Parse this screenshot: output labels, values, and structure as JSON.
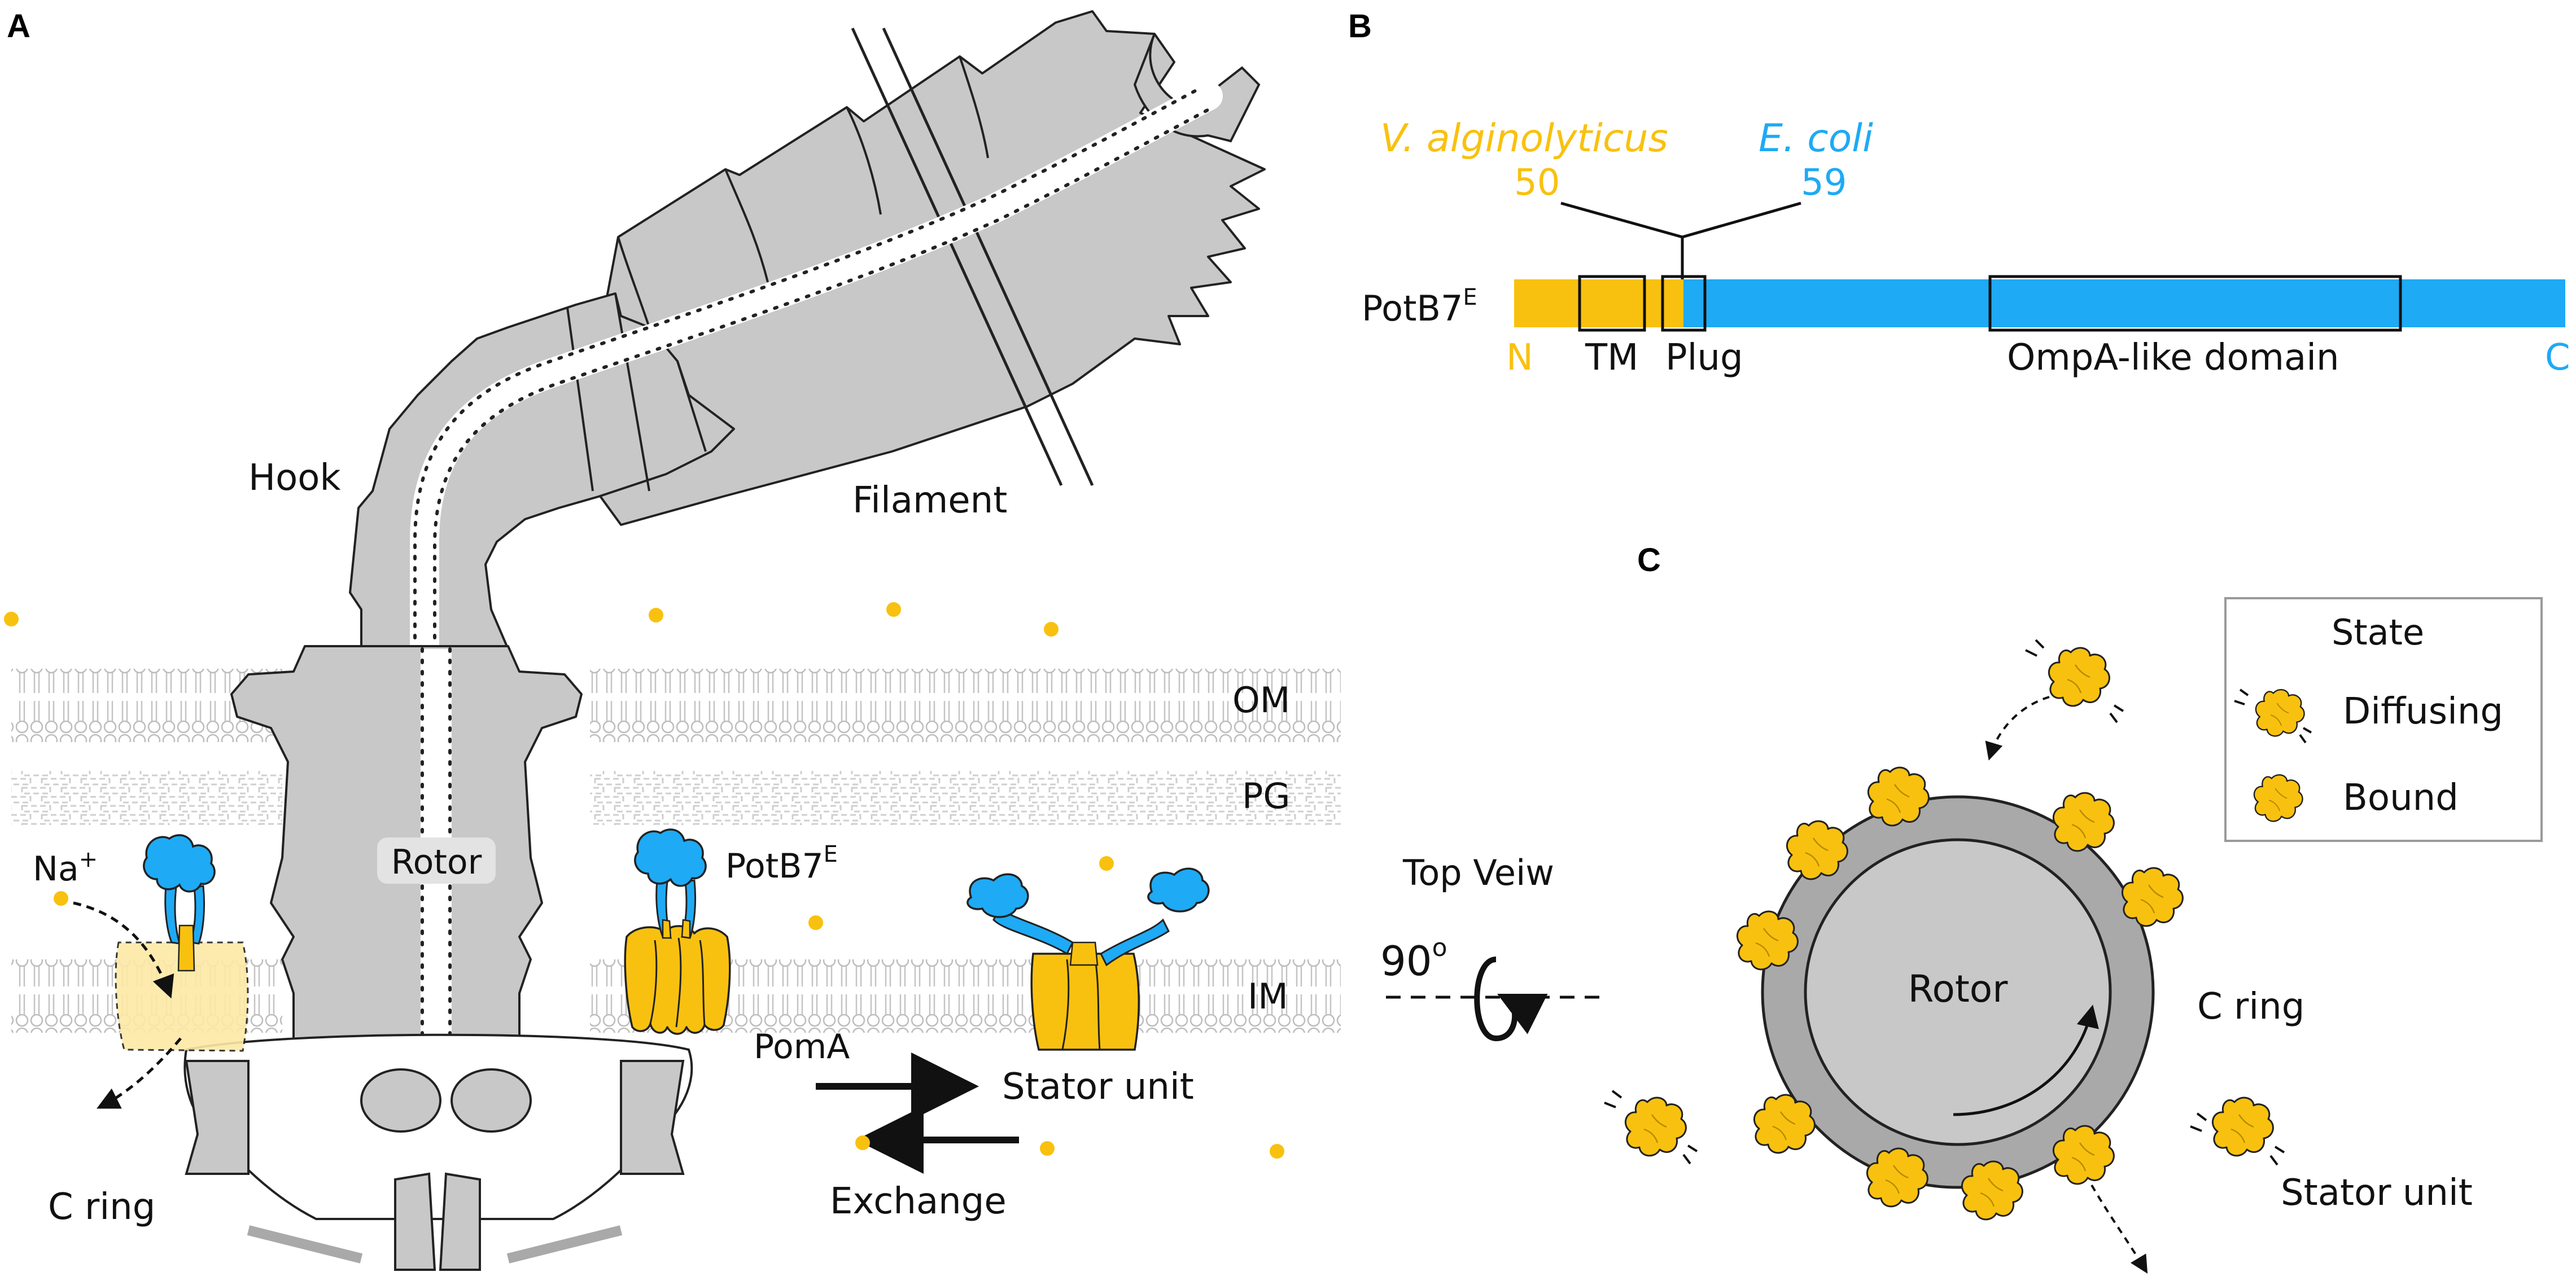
{
  "colors": {
    "vibrio": "#f9c10f",
    "ecoli": "#1eaaf5",
    "structure": "#c8c8c8",
    "structure_dark": "#a9a9a9",
    "outline": "#222222",
    "membrane": "#c9c9c9"
  },
  "panel_a": {
    "panel_label": "A",
    "hook": "Hook",
    "filament": "Filament",
    "outer_membrane": "OM",
    "peptidoglycan": "PG",
    "inner_membrane": "IM",
    "rotor": "Rotor",
    "sodium": "Na",
    "sodium_charge": "+",
    "potb_name": "PotB7",
    "potb_superscript": "E",
    "poma": "PomA",
    "stator_unit": "Stator unit",
    "exchange": "Exchange",
    "c_ring": "C ring"
  },
  "panel_b": {
    "panel_label": "B",
    "vibrio_species": "V. alginolyticus",
    "ecoli_species": "E. coli",
    "vibrio_residue": "50",
    "ecoli_residue": "59",
    "protein_name": "PotB7",
    "protein_superscript": "E",
    "n_terminus": "N",
    "c_terminus": "C",
    "tm_domain": "TM",
    "plug_domain": "Plug",
    "ompa_domain": "OmpA-like domain"
  },
  "panel_c": {
    "panel_label": "C",
    "view_label": "Top Veiw",
    "rotation_angle": "90",
    "rotation_unit": "o",
    "rotor": "Rotor",
    "c_ring": "C ring",
    "stator_unit": "Stator unit",
    "legend_title": "State",
    "legend_diffusing": "Diffusing",
    "legend_bound": "Bound"
  }
}
